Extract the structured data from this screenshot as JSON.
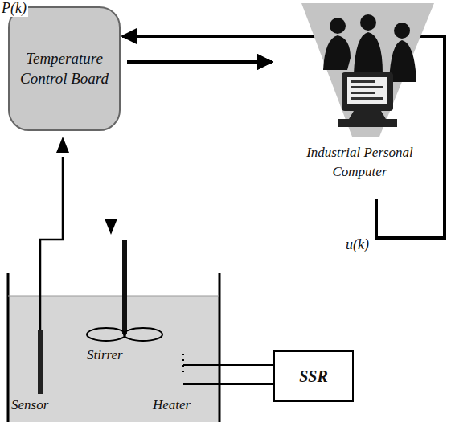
{
  "diagram": {
    "nodes": [
      {
        "text": [
          "Temperature Control Board"
        ]
      },
      {
        "text": [
          "Industrial Personal Computer"
        ]
      },
      {
        "text": [
          "SSR"
        ]
      }
    ],
    "edges": [
      {
        "from": 0,
        "to": 1,
        "arrow": "to"
      },
      {
        "from": 1,
        "to": 0,
        "label": "u(k)",
        "arrow": "to"
      },
      {
        "from": 0,
        "to": 2,
        "label": "P(k)",
        "arrow": "to"
      }
    ],
    "labels": [
      "Sensor",
      "Stirrer",
      "Heater"
    ]
  }
}
